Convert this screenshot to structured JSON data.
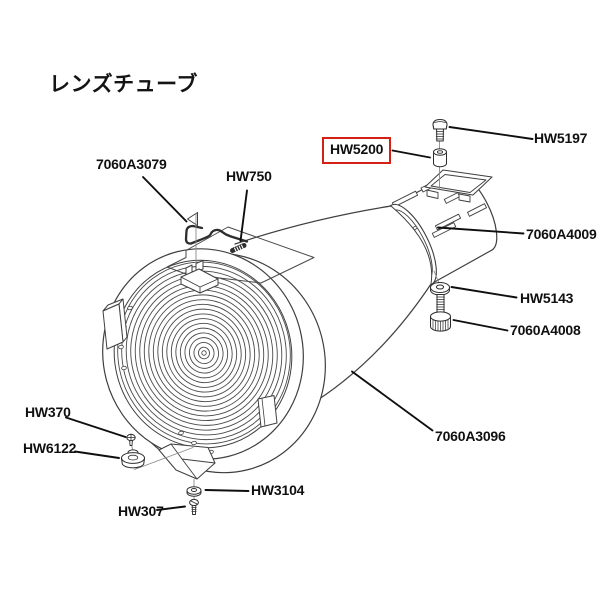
{
  "title": "レンズチューブ",
  "colors": {
    "highlight_box": "#d42015",
    "diagram_lines": "#3f3f3f",
    "leader_lines": "#0f0f0f",
    "label_text": "#101010",
    "background": "#ffffff"
  },
  "parts": [
    {
      "label": "7060A3079",
      "highlighted": false
    },
    {
      "label": "HW750",
      "highlighted": false
    },
    {
      "label": "HW5200",
      "highlighted": true
    },
    {
      "label": "HW5197",
      "highlighted": false
    },
    {
      "label": "7060A4009",
      "highlighted": false
    },
    {
      "label": "HW5143",
      "highlighted": false
    },
    {
      "label": "7060A4008",
      "highlighted": false
    },
    {
      "label": "HW370",
      "highlighted": false
    },
    {
      "label": "HW6122",
      "highlighted": false
    },
    {
      "label": "7060A3096",
      "highlighted": false
    },
    {
      "label": "HW3104",
      "highlighted": false
    },
    {
      "label": "HW307",
      "highlighted": false
    }
  ]
}
